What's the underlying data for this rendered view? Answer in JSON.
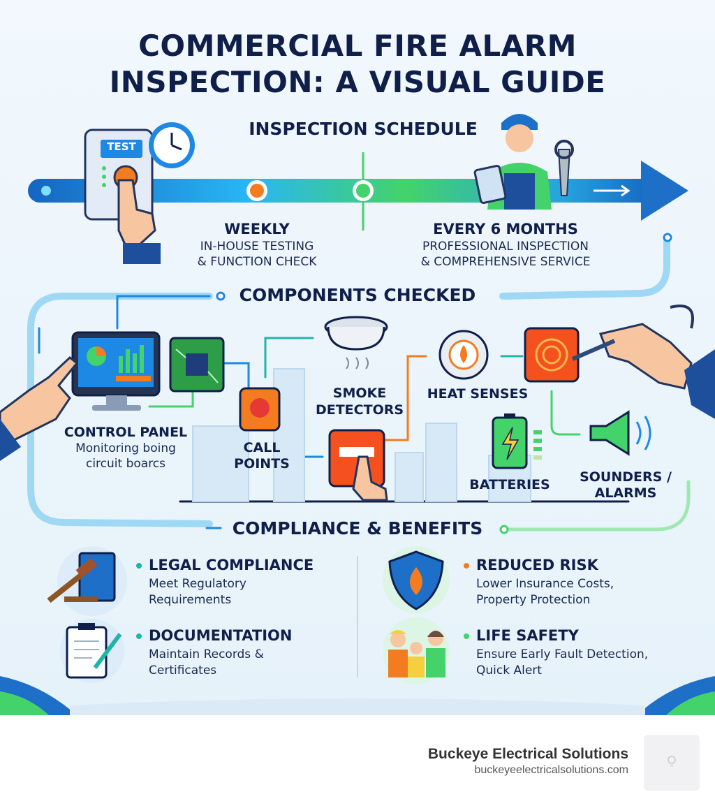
{
  "title": {
    "line1": "COMMERCIAL FIRE ALARM",
    "line2": "INSPECTION: A VISUAL GUIDE"
  },
  "schedule": {
    "heading": "INSPECTION SCHEDULE",
    "test_label": "TEST",
    "weekly": {
      "title": "WEEKLY",
      "line1": "IN-HOUSE TESTING",
      "line2": "& FUNCTION CHECK"
    },
    "six_months": {
      "title": "EVERY 6 MONTHS",
      "line1": "PROFESSIONAL INSPECTION",
      "line2": "& COMPREHENSIVE SERVICE"
    }
  },
  "components": {
    "heading": "COMPONENTS CHECKED",
    "control_panel": {
      "title": "CONTROL PANEL",
      "line1": "Monitoring boing",
      "line2": "circuit boarcs"
    },
    "call_points": {
      "line1": "CALL",
      "line2": "POINTS"
    },
    "smoke_detectors": {
      "line1": "SMOKE",
      "line2": "DETECTORS"
    },
    "heat_senses": {
      "title": "HEAT SENSES"
    },
    "batteries": {
      "title": "BATTERIES"
    },
    "sounders": {
      "line1": "SOUNDERS /",
      "line2": "ALARMS"
    }
  },
  "benefits": {
    "heading": "COMPLIANCE & BENEFITS",
    "legal": {
      "title": "LEGAL COMPLIANCE",
      "line1": "Meet Regulatory",
      "line2": "Requirements"
    },
    "documentation": {
      "title": "DOCUMENTATION",
      "line1": "Maintain Records &",
      "line2": "Certificates"
    },
    "risk": {
      "title": "REDUCED RISK",
      "line1": "Lower Insurance Costs,",
      "line2": "Property Protection"
    },
    "safety": {
      "title": "LIFE SAFETY",
      "line1": "Ensure Early Fault Detection,",
      "line2": "Quick Alert"
    }
  },
  "footer": {
    "brand": "Buckeye Electrical Solutions",
    "url": "buckeyeelectricalsolutions.com"
  },
  "colors": {
    "navy": "#0f1f4a",
    "blue": "#1e88e5",
    "green": "#43d36a",
    "orange": "#f47c20",
    "teal": "#1fb5a8"
  }
}
